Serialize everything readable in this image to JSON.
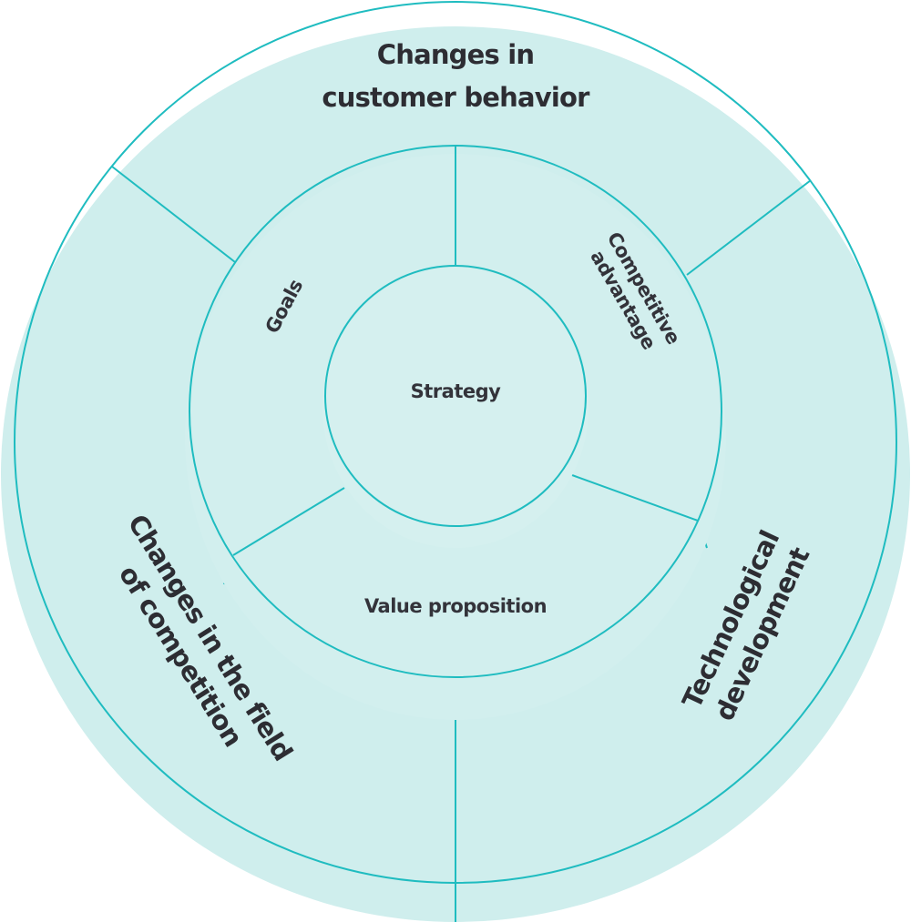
{
  "diagram": {
    "center": {
      "label": "Strategy"
    },
    "middle_ring": [
      {
        "id": "goals",
        "label": "Goals"
      },
      {
        "id": "competitive-advantage",
        "lines": [
          "Competitive",
          "advantage"
        ]
      },
      {
        "id": "value-proposition",
        "label": "Value proposition"
      }
    ],
    "outer_ring": [
      {
        "id": "customer-behavior",
        "lines": [
          "Changes in",
          "customer behavior"
        ]
      },
      {
        "id": "technological-development",
        "lines": [
          "Technological",
          "development"
        ]
      },
      {
        "id": "field-of-competition",
        "lines": [
          "Changes in the field",
          "of competition"
        ]
      }
    ]
  },
  "colors": {
    "accent_stroke": "#1fbcc0",
    "outer_fill": "#eefaf9",
    "middle_fill": "#e4f4f3",
    "center_fill": "#e9f6f5",
    "shadow": "#cfeeed",
    "text": "#2d2d33"
  }
}
